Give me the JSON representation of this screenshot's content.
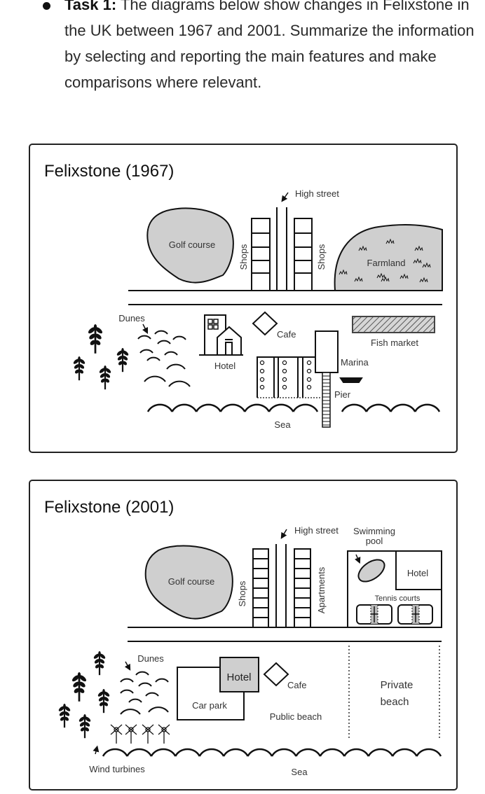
{
  "prompt": {
    "task_label": "Task 1:",
    "text": "The diagrams below show changes in Felixstone in the UK between 1967 and 2001. Summarize the information by selecting and reporting the main features and make comparisons where relevant."
  },
  "map1967": {
    "title": "Felixstone (1967)",
    "labels": {
      "high_street": "High street",
      "golf_course": "Golf course",
      "shops_left": "Shops",
      "shops_right": "Shops",
      "farmland": "Farmland",
      "dunes": "Dunes",
      "hotel": "Hotel",
      "cafe": "Cafe",
      "fish_market": "Fish market",
      "marina": "Marina",
      "pier": "Pier",
      "sea": "Sea"
    }
  },
  "map2001": {
    "title": "Felixstone (2001)",
    "labels": {
      "high_street": "High street",
      "swimming_pool_1": "Swimming",
      "swimming_pool_2": "pool",
      "golf_course": "Golf course",
      "shops": "Shops",
      "apartments": "Apartments",
      "hotel_complex": "Hotel",
      "tennis_courts": "Tennis courts",
      "dunes": "Dunes",
      "hotel": "Hotel",
      "cafe": "Cafe",
      "car_park": "Car park",
      "public_beach": "Public beach",
      "private_beach_1": "Private",
      "private_beach_2": "beach",
      "wind_turbines": "Wind turbines",
      "sea": "Sea"
    }
  },
  "colors": {
    "fill_grey": "#cfcfcf",
    "stroke": "#111111"
  }
}
